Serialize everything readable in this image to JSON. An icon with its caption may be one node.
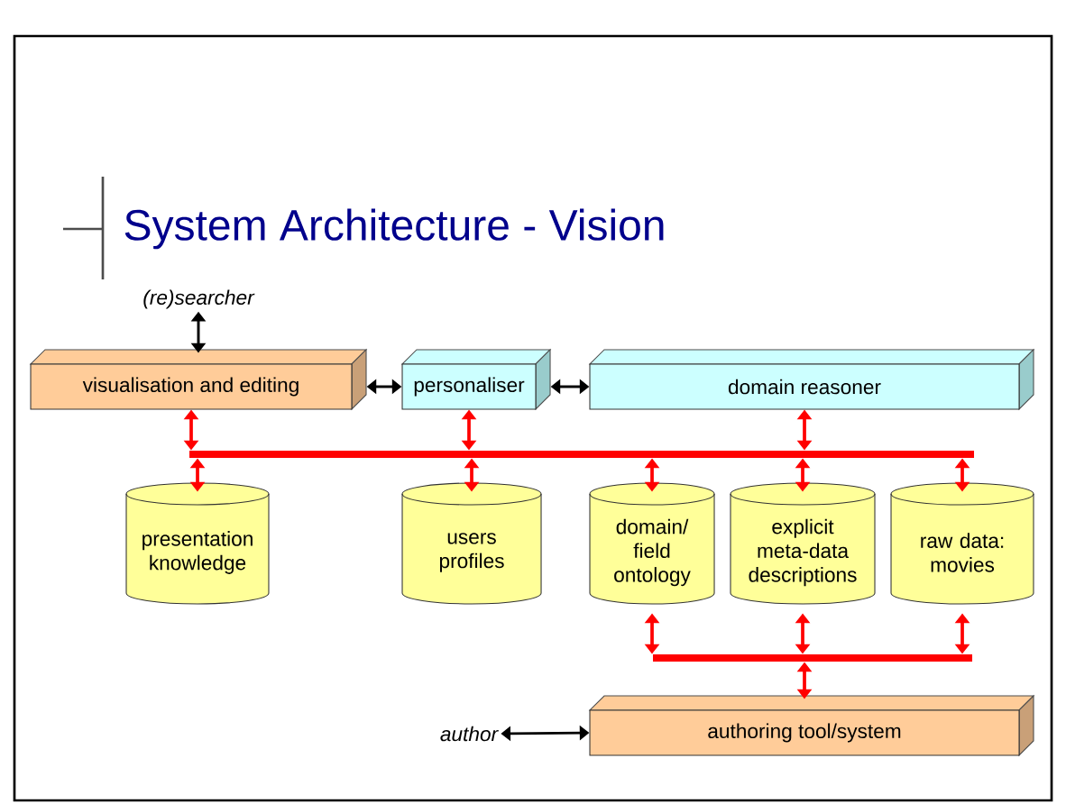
{
  "diagram": {
    "title": "System Architecture - Vision",
    "nodes": [
      {
        "text": [
          "(re)searcher"
        ]
      },
      {
        "text": [
          "visualisation and editing"
        ]
      },
      {
        "text": [
          "personaliser"
        ]
      },
      {
        "text": [
          "domain reasoner"
        ]
      },
      {
        "text": [],
        "shape": "bar"
      },
      {
        "text": [
          "presentation knowledge"
        ]
      },
      {
        "text": [
          "users profiles"
        ]
      },
      {
        "text": [
          "domain/ field ontology"
        ]
      },
      {
        "text": [
          "explicit meta-data descriptions"
        ]
      },
      {
        "text": [
          "raw data: movies"
        ]
      },
      {
        "text": [],
        "shape": "bar"
      },
      {
        "text": [
          "author"
        ]
      },
      {
        "text": [
          "authoring tool/system"
        ]
      }
    ],
    "edges": [
      {
        "from": 0,
        "to": 1,
        "arrow": "both",
        "color": "#000000"
      },
      {
        "from": 1,
        "to": 2,
        "arrow": "both",
        "color": "#000000"
      },
      {
        "from": 2,
        "to": 3,
        "arrow": "both",
        "color": "#000000"
      },
      {
        "from": 1,
        "to": 4,
        "arrow": "both"
      },
      {
        "from": 2,
        "to": 4,
        "arrow": "both"
      },
      {
        "from": 3,
        "to": 4,
        "arrow": "both"
      },
      {
        "from": 4,
        "to": 5,
        "arrow": "both"
      },
      {
        "from": 4,
        "to": 6,
        "arrow": "both"
      },
      {
        "from": 4,
        "to": 7,
        "arrow": "both"
      },
      {
        "from": 4,
        "to": 8,
        "arrow": "both"
      },
      {
        "from": 4,
        "to": 9,
        "arrow": "both"
      },
      {
        "from": 7,
        "to": 10,
        "arrow": "both"
      },
      {
        "from": 8,
        "to": 10,
        "arrow": "both"
      },
      {
        "from": 9,
        "to": 10,
        "arrow": "both"
      },
      {
        "from": 10,
        "to": 12,
        "arrow": "both"
      },
      {
        "from": 11,
        "to": 12,
        "arrow": "both",
        "color": "#000000"
      }
    ]
  }
}
